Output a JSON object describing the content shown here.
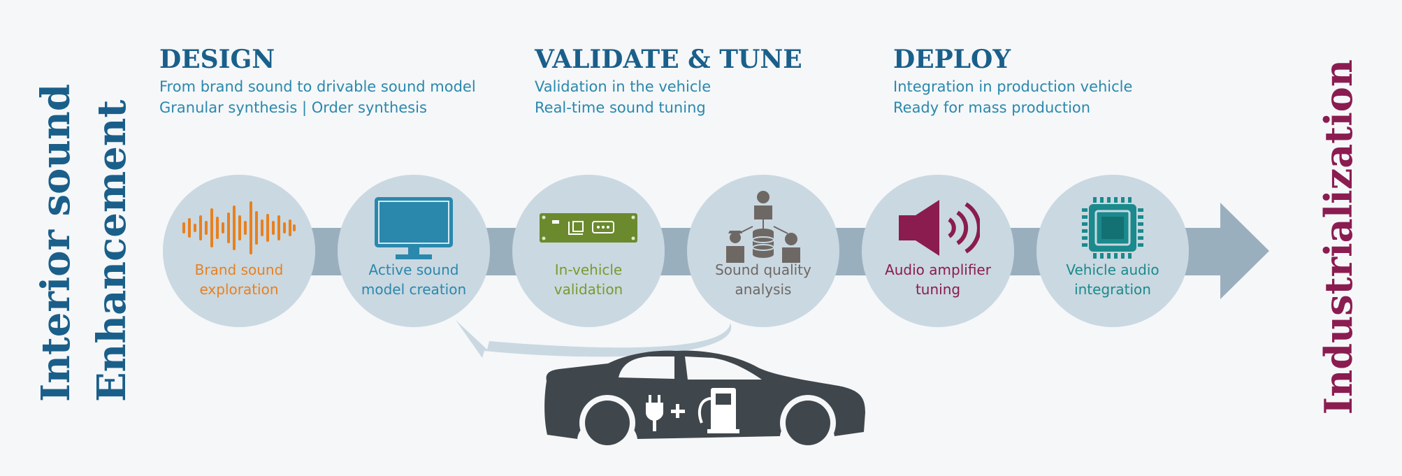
{
  "titles": {
    "left_line1": "Interior sound",
    "left_line2": "Enhancement",
    "right": "Industrialization"
  },
  "phases": [
    {
      "heading": "DESIGN",
      "lines": [
        "From brand sound to drivable sound model",
        "Granular synthesis   | Order synthesis"
      ]
    },
    {
      "heading": "VALIDATE & TUNE",
      "lines": [
        "Validation in the vehicle",
        "Real-time sound tuning"
      ]
    },
    {
      "heading": "DEPLOY",
      "lines": [
        "Integration in production vehicle",
        "Ready for mass production"
      ]
    }
  ],
  "steps": [
    {
      "label_line1": "Brand sound",
      "label_line2": "exploration",
      "color": "#e8801e",
      "icon": "sound-waveform-icon"
    },
    {
      "label_line1": "Active sound",
      "label_line2": "model creation",
      "color": "#2a88ad",
      "icon": "monitor-icon"
    },
    {
      "label_line1": "In-vehicle",
      "label_line2": "validation",
      "color": "#7a9a2e",
      "icon": "circuit-board-icon"
    },
    {
      "label_line1": "Sound quality",
      "label_line2": "analysis",
      "color": "#6e6864",
      "icon": "people-database-icon"
    },
    {
      "label_line1": "Audio amplifier",
      "label_line2": "tuning",
      "color": "#8a1c50",
      "icon": "speaker-icon"
    },
    {
      "label_line1": "Vehicle audio",
      "label_line2": "integration",
      "color": "#1a8a8c",
      "icon": "chip-icon"
    }
  ],
  "colors": {
    "title_blue": "#1a5f8a",
    "subtitle_blue": "#2a88ad",
    "industrialization": "#8a1c50",
    "arrow": "#9aafbe",
    "node_bg": "#cad8e1",
    "car": "#40474c"
  },
  "car": {
    "icon": "car-icon",
    "badge_icons": [
      "plug-icon",
      "plus-icon",
      "fuel-pump-icon"
    ]
  }
}
